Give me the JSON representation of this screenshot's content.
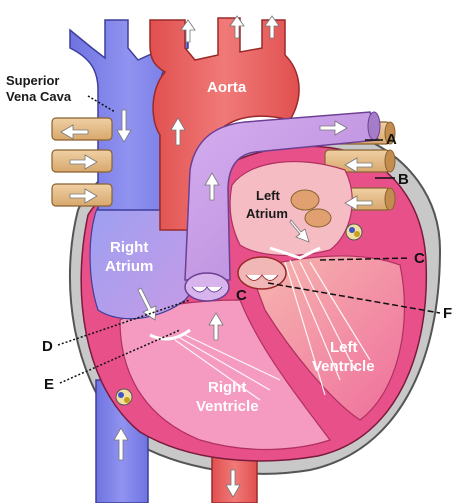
{
  "labels": {
    "superior_vena_cava_line1": "Superior",
    "superior_vena_cava_line2": "Vena Cava",
    "aorta": "Aorta",
    "left_atrium_line1": "Left",
    "left_atrium_line2": "Atrium",
    "right_atrium_line1": "Right",
    "right_atrium_line2": "Atrium",
    "left_ventricle_line1": "Left",
    "left_ventricle_line2": "Ventricle",
    "right_ventricle_line1": "Right",
    "right_ventricle_line2": "Ventricle"
  },
  "markers": {
    "a": "A",
    "b": "B",
    "c": "C",
    "d": "D",
    "e": "E",
    "f": "F"
  },
  "colors": {
    "vena_cava_blue": "#7b7fe8",
    "aorta_red": "#e8605f",
    "pulmonary_purple": "#c79be6",
    "pulmonary_vein_tan": "#e6c08d",
    "wall_pink": "#e8508a",
    "chamber_pink": "#f07fae",
    "pericardium_grey": "#c8c8c8",
    "arrow_white": "#ffffff"
  }
}
